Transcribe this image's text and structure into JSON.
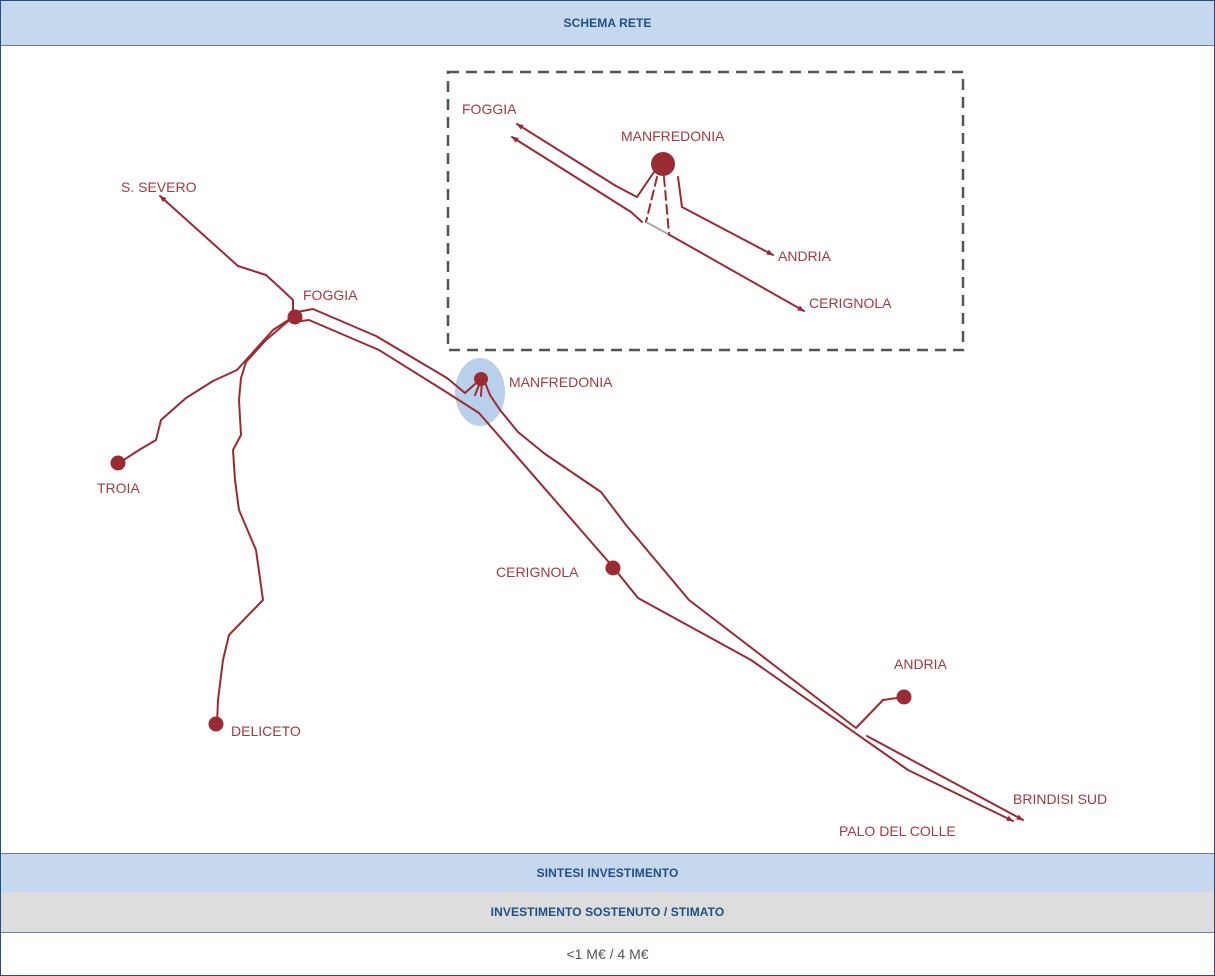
{
  "header": {
    "title": "SCHEMA RETE"
  },
  "diagram": {
    "line_color": "#9a2b33",
    "highlight_color": "#b9d0ea",
    "nodes": [
      {
        "id": "s_severo",
        "label": "S. SEVERO"
      },
      {
        "id": "foggia",
        "label": "FOGGIA"
      },
      {
        "id": "troia",
        "label": "TROIA"
      },
      {
        "id": "deliceto",
        "label": "DELICETO"
      },
      {
        "id": "manfredonia",
        "label": "MANFREDONIA"
      },
      {
        "id": "cerignola",
        "label": "CERIGNOLA"
      },
      {
        "id": "andria",
        "label": "ANDRIA"
      },
      {
        "id": "brindisi_sud",
        "label": "BRINDISI SUD"
      },
      {
        "id": "palo_del_colle",
        "label": "PALO DEL COLLE"
      }
    ],
    "inset": {
      "labels": {
        "foggia": "FOGGIA",
        "manfredonia": "MANFREDONIA",
        "andria": "ANDRIA",
        "cerignola": "CERIGNOLA"
      }
    }
  },
  "summary": {
    "section_title": "SINTESI INVESTIMENTO",
    "investment_header": "INVESTIMENTO SOSTENUTO / STIMATO",
    "investment_value": "<1 M€ / 4 M€"
  }
}
